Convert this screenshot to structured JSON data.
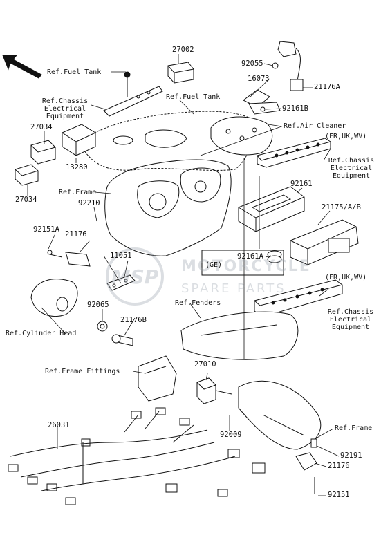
{
  "part_numbers": {
    "p27002": "27002",
    "p92055": "92055",
    "p16073": "16073",
    "p21176A": "21176A",
    "p92161B": "92161B",
    "p27034a": "27034",
    "p13280": "13280",
    "p27034b": "27034",
    "p92161": "92161",
    "p21175": "21175/A/B",
    "p92210": "92210",
    "p92151A": "92151A",
    "p21176a": "21176",
    "p11051": "11051",
    "p92161A": "92161A",
    "p92065": "92065",
    "p21176B": "21176B",
    "p27010": "27010",
    "p26031": "26031",
    "p92009": "92009",
    "p92191": "92191",
    "p21176b": "21176",
    "p92151": "92151"
  },
  "references": {
    "fuel_tank_1": "Ref.Fuel Tank",
    "chassis_1": [
      "Ref.Chassis",
      "Electrical",
      "Equipment"
    ],
    "fuel_tank_2": "Ref.Fuel Tank",
    "air_cleaner": "Ref.Air Cleaner",
    "chassis_2": [
      "Ref.Chassis",
      "Electrical",
      "Equipment"
    ],
    "frame_1": "Ref.Frame",
    "cylinder_head": "Ref.Cylinder Head",
    "fenders": "Ref.Fenders",
    "chassis_3": [
      "Ref.Chassis",
      "Electrical",
      "Equipment"
    ],
    "frame_fittings": "Ref.Frame Fittings",
    "frame_2": "Ref.Frame"
  },
  "markets": {
    "upper": "(FR,UK,WV)",
    "lower": "(FR,UK,WV)",
    "ge": "(GE)"
  },
  "watermark": {
    "logo": "MSP",
    "line1": "MOTORCYCLE",
    "line2": "SPARE PARTS"
  },
  "colors": {
    "ink": "#111111",
    "watermark": "#9aa3ad"
  }
}
